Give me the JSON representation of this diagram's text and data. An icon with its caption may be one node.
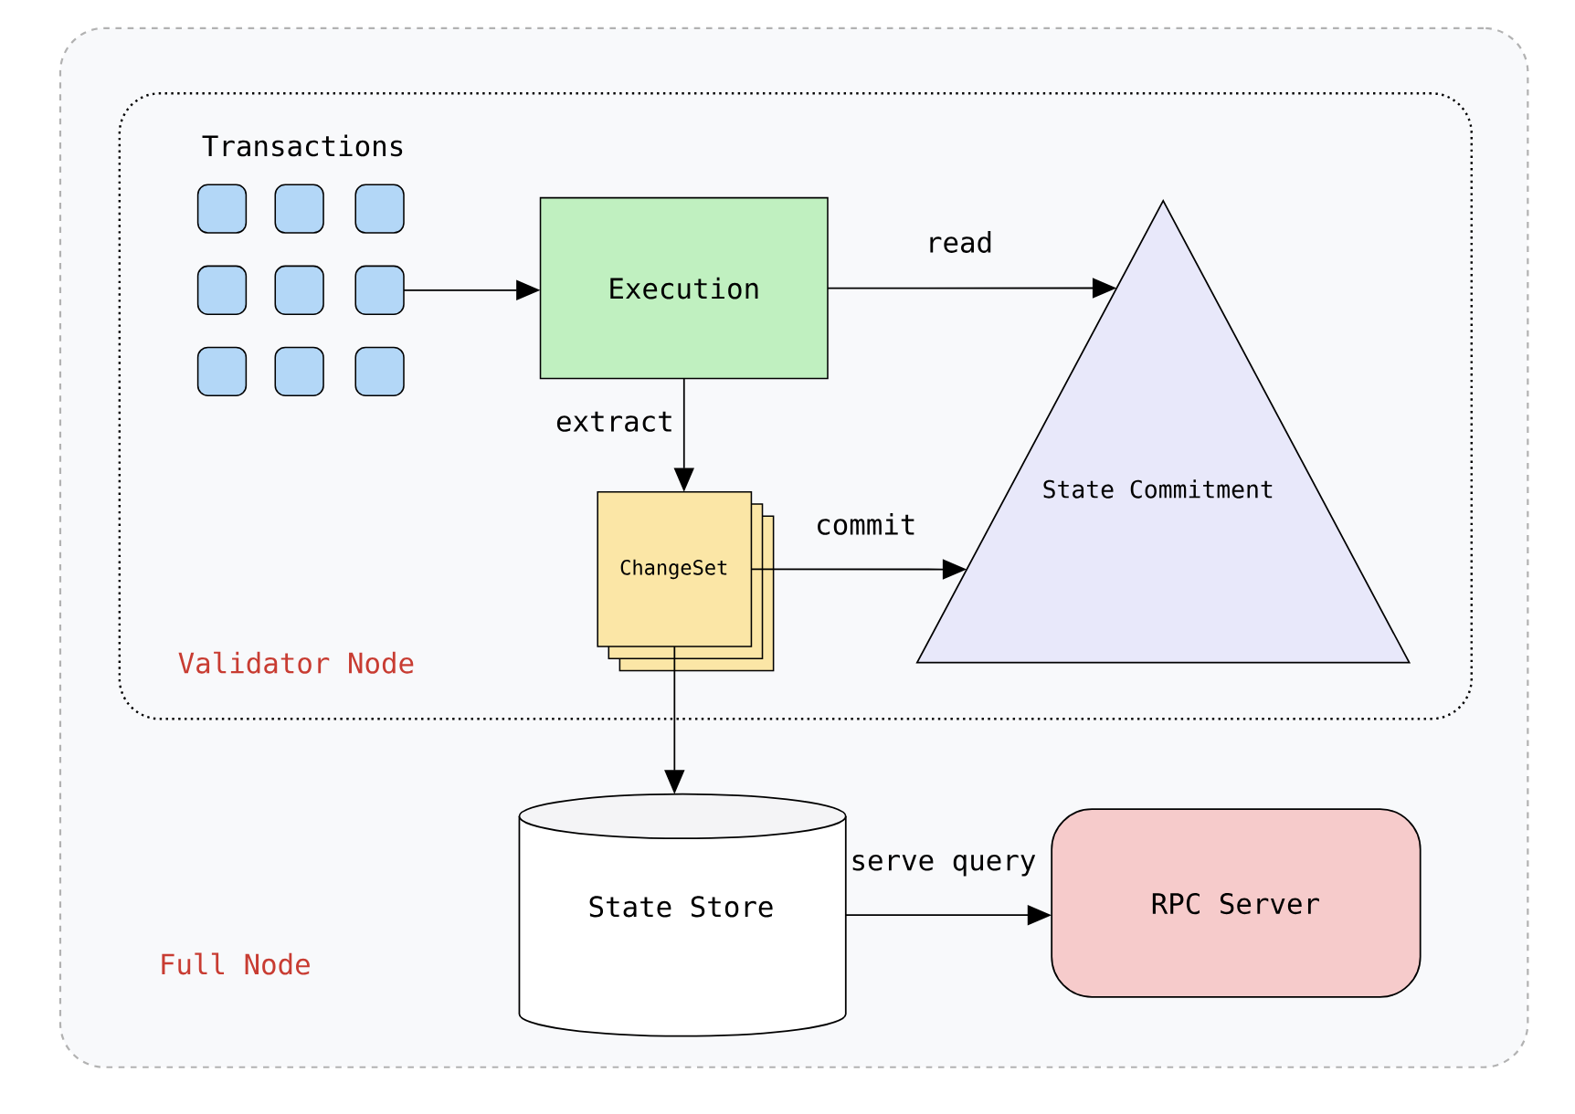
{
  "diagram": {
    "nodes": [
      {
        "text": [
          "Full Node"
        ]
      },
      {
        "text": [
          "Validator Node"
        ],
        "in": 0
      },
      {
        "text": [],
        "shape": "box",
        "in": 1
      },
      {
        "text": [],
        "shape": "box",
        "in": 1
      },
      {
        "text": [],
        "shape": "box",
        "in": 1
      },
      {
        "text": [],
        "shape": "box",
        "in": 1
      },
      {
        "text": [],
        "shape": "box",
        "in": 1
      },
      {
        "text": [],
        "shape": "box",
        "in": 1
      },
      {
        "text": [],
        "shape": "box",
        "in": 1
      },
      {
        "text": [],
        "shape": "box",
        "in": 1
      },
      {
        "text": [],
        "shape": "box",
        "in": 1
      },
      {
        "text": [
          "Execution"
        ],
        "in": 1
      },
      {
        "text": [
          "State Commitment"
        ],
        "in": 1
      },
      {
        "text": [
          "ChangeSet"
        ],
        "in": 1
      },
      {
        "text": [
          "State Store"
        ],
        "in": 0
      },
      {
        "text": [
          "RPC Server"
        ],
        "in": 0
      }
    ],
    "edges": [
      {
        "from": 7,
        "to": 11,
        "arrow": "to"
      },
      {
        "from": 11,
        "to": 12,
        "arrow": "to",
        "label": "read"
      },
      {
        "from": 11,
        "to": 13,
        "arrow": "to",
        "label": "extract"
      },
      {
        "from": 13,
        "to": 12,
        "arrow": "to",
        "label": "commit"
      },
      {
        "from": 13,
        "to": 14,
        "arrow": "to"
      },
      {
        "from": 14,
        "to": 15,
        "arrow": "to",
        "label": "serve query"
      }
    ],
    "labels": [
      "Transactions"
    ]
  }
}
